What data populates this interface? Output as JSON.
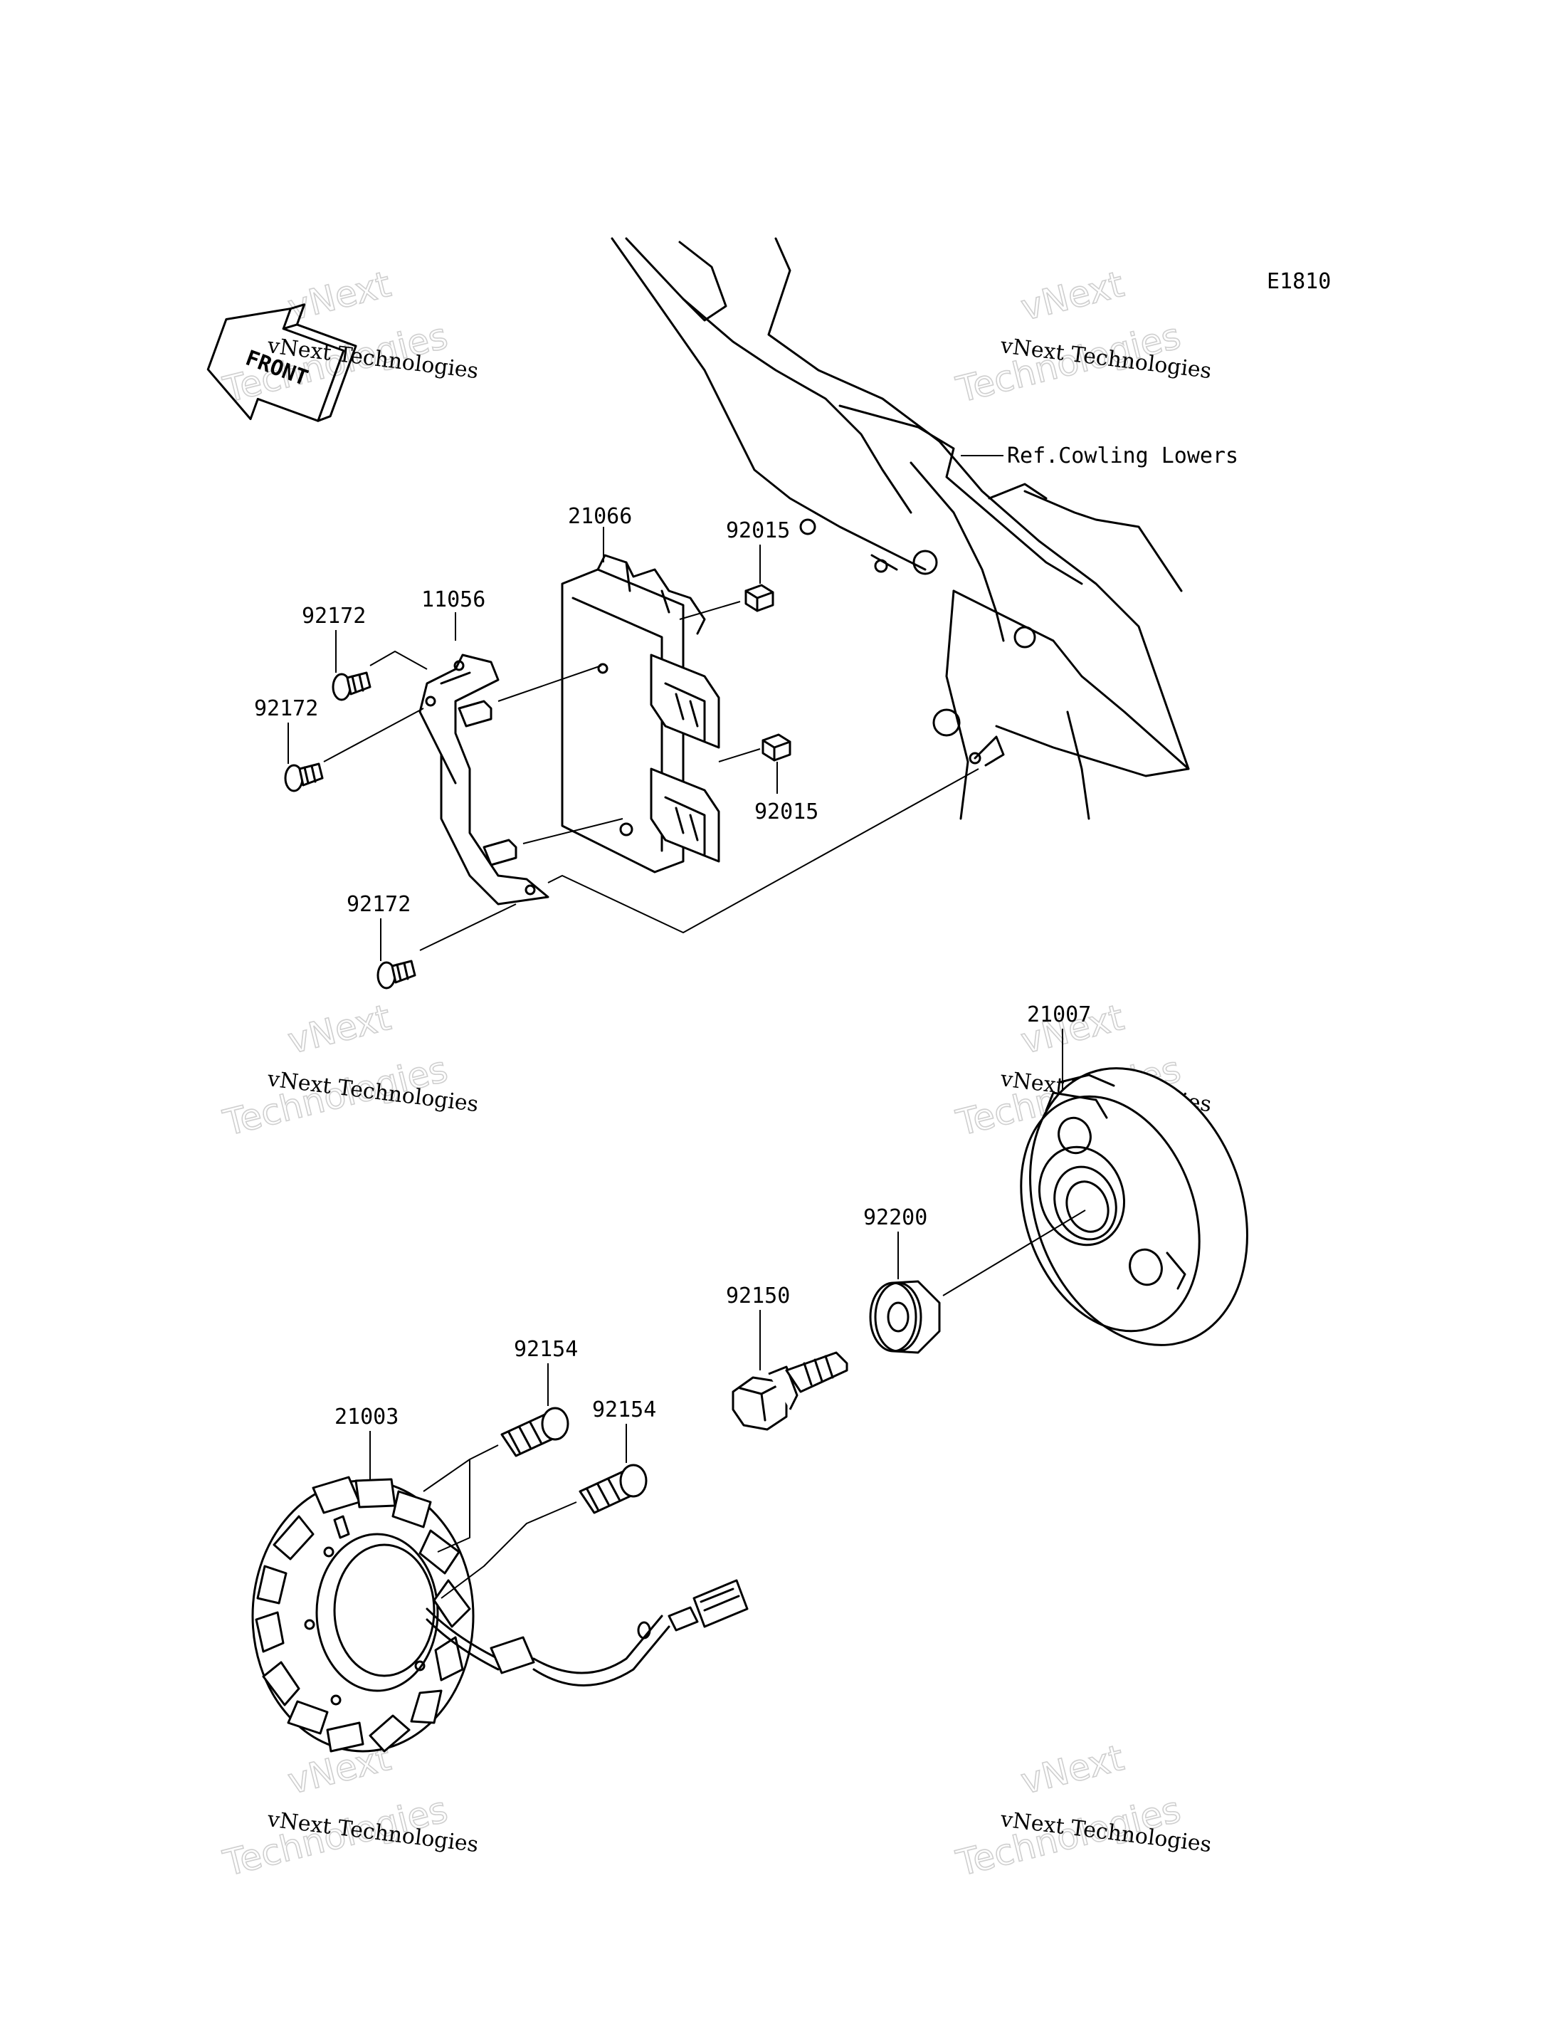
{
  "diagram_code": "E1810",
  "front_badge": "FRONT",
  "reference_note": "Ref.Cowling Lowers",
  "part_numbers": {
    "regulator": "21066",
    "regulator_bracket": "11056",
    "nut_upper": "92015",
    "nut_lower": "92015",
    "screw_upper": "92172",
    "screw_middle": "92172",
    "screw_lower": "92172",
    "rotor": "21007",
    "washer": "92200",
    "rotor_bolt": "92150",
    "stator_bolt_left": "92154",
    "stator_bolt_right": "92154",
    "stator": "21003"
  },
  "watermark": {
    "line1": "vNext Technologies",
    "line2": "vNext",
    "line3": "Technologies"
  }
}
